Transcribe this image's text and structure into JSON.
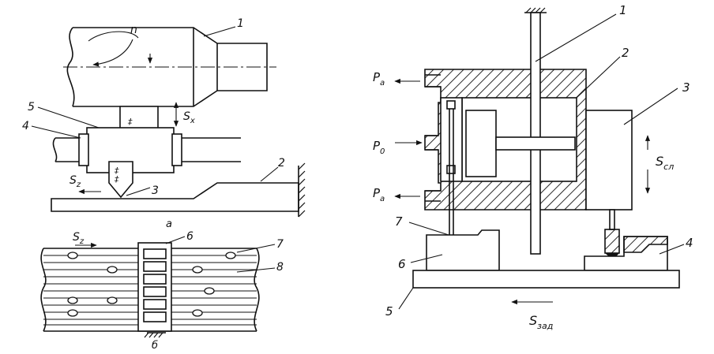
{
  "left_figure": {
    "labels": {
      "n": "n",
      "one": "1",
      "two": "2",
      "three": "3",
      "four": "4",
      "five": "5",
      "six": "6",
      "seven": "7",
      "eight": "8",
      "sx": "S",
      "sx_sub": "x",
      "sz_top": "S",
      "sz_top_sub": "z",
      "sz_bottom": "S",
      "sz_bottom_sub": "z",
      "caption_a": "а",
      "caption_b": "б"
    }
  },
  "right_figure": {
    "labels": {
      "pa_top": "P",
      "pa_top_sub": "a",
      "p0": "P",
      "p0_sub": "0",
      "pa_bottom": "P",
      "pa_bottom_sub": "a",
      "one": "1",
      "two": "2",
      "three": "3",
      "four": "4",
      "five": "5",
      "six": "6",
      "seven": "7",
      "s_cl": "S",
      "s_cl_sub": "сл",
      "s_zad": "S",
      "s_zad_sub": "зад"
    }
  }
}
